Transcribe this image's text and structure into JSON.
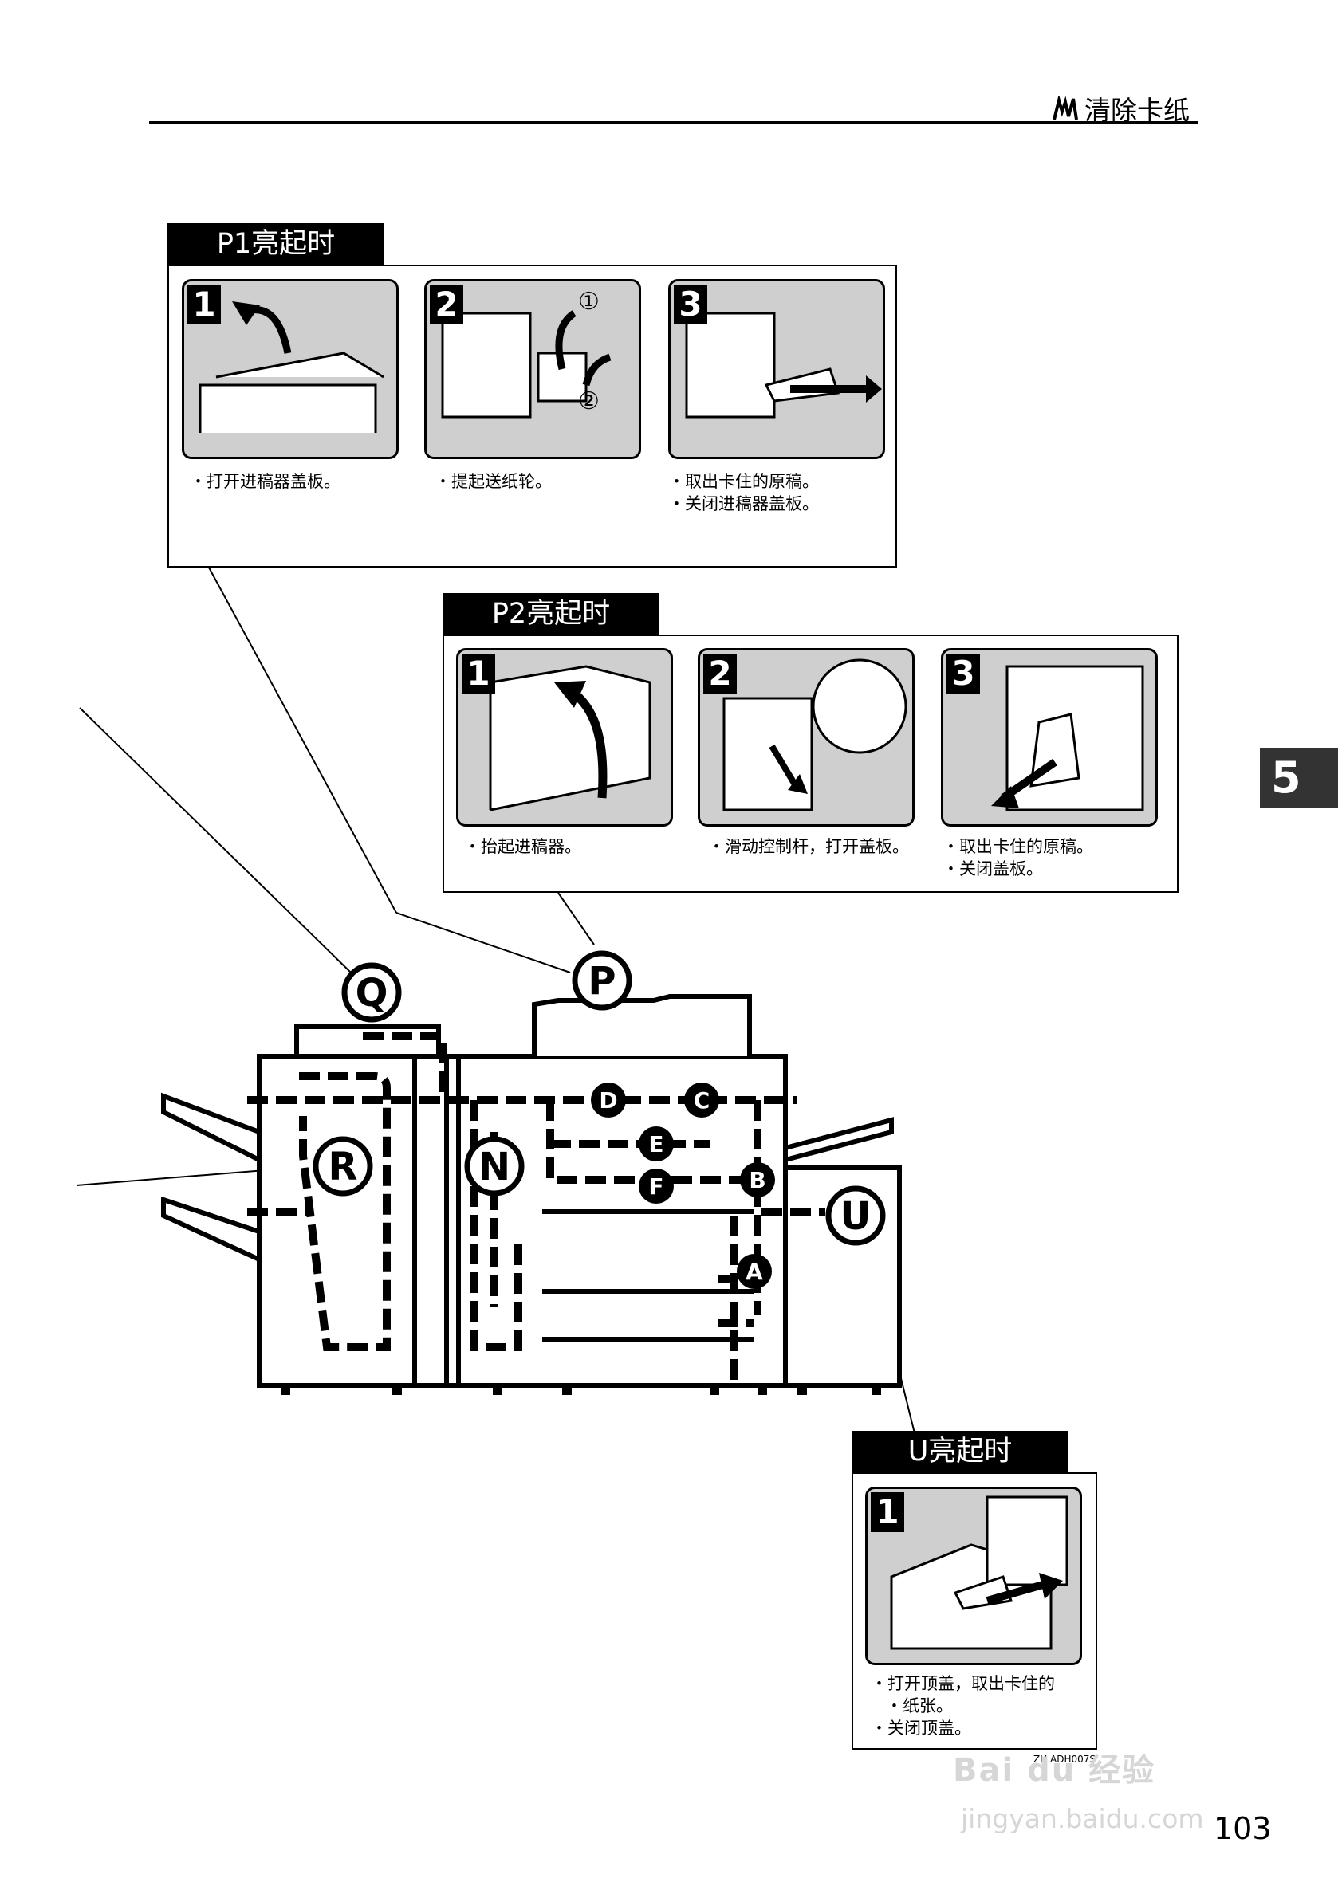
{
  "header": {
    "title": "清除卡纸"
  },
  "chapter_tab": "5",
  "page_number": "103",
  "figure_code": "ZH  ADH007S",
  "watermark": {
    "brand": "Bai du 经验",
    "url": "jingyan.baidu.com"
  },
  "sections": {
    "p1": {
      "title": "P1亮起时",
      "steps": [
        {
          "num": "1",
          "captions": [
            "打开进稿器盖板。"
          ]
        },
        {
          "num": "2",
          "captions": [
            "提起送纸轮。"
          ]
        },
        {
          "num": "3",
          "captions": [
            "取出卡住的原稿。",
            "关闭进稿器盖板。"
          ]
        }
      ]
    },
    "p2": {
      "title": "P2亮起时",
      "steps": [
        {
          "num": "1",
          "captions": [
            "抬起进稿器。"
          ]
        },
        {
          "num": "2",
          "captions": [
            "滑动控制杆，打开盖板。"
          ]
        },
        {
          "num": "3",
          "captions": [
            "取出卡住的原稿。",
            "关闭盖板。"
          ]
        }
      ]
    },
    "u": {
      "title": "U亮起时",
      "steps": [
        {
          "num": "1",
          "captions": [
            "打开顶盖，取出卡住的",
            "纸张。",
            "关闭顶盖。"
          ]
        }
      ]
    }
  },
  "diagram_labels": {
    "big": [
      "Q",
      "P",
      "R",
      "N",
      "U"
    ],
    "small": [
      "D",
      "C",
      "E",
      "F",
      "B",
      "A"
    ]
  },
  "step2_markers": [
    "①",
    "②"
  ]
}
